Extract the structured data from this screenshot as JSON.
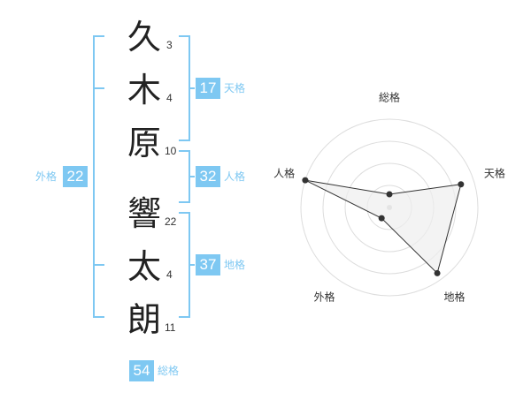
{
  "name": {
    "chars": [
      {
        "char": "久",
        "strokes": "3"
      },
      {
        "char": "木",
        "strokes": "4"
      },
      {
        "char": "原",
        "strokes": "10"
      },
      {
        "char": "響",
        "strokes": "22"
      },
      {
        "char": "太",
        "strokes": "4"
      },
      {
        "char": "朗",
        "strokes": "11"
      }
    ]
  },
  "fortune": {
    "tenkaku": {
      "value": "17",
      "label": "天格"
    },
    "jinkaku": {
      "value": "32",
      "label": "人格"
    },
    "chikaku": {
      "value": "37",
      "label": "地格"
    },
    "gaikaku": {
      "value": "22",
      "label": "外格"
    },
    "soukaku": {
      "value": "54",
      "label": "総格"
    }
  },
  "radar": {
    "axes": [
      "総格",
      "天格",
      "地格",
      "外格",
      "人格"
    ],
    "values": [
      0.15,
      0.85,
      0.92,
      0.15,
      1.0
    ],
    "max": 1,
    "rings": 4,
    "line_color": "#333333",
    "fill_color": "#eeeeee",
    "ring_color": "#dddddd",
    "bracket_color": "#7ec8f2",
    "badge_color": "#7ec8f2"
  }
}
